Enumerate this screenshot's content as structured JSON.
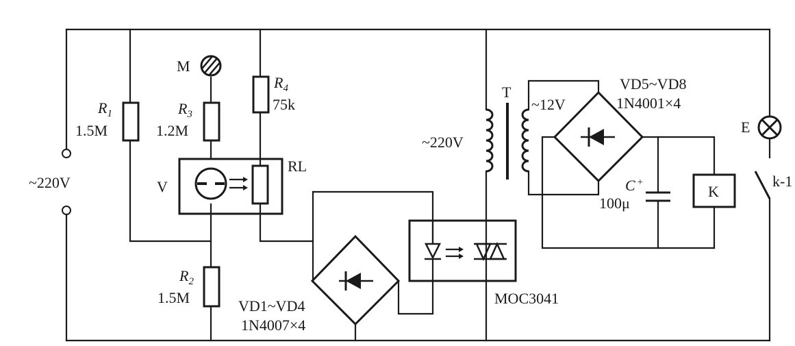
{
  "labels": {
    "mains_left": "~220V",
    "r1": "R",
    "r1_sub": "1",
    "r1_val": "1.5M",
    "m": "M",
    "r3": "R",
    "r3_sub": "3",
    "r3_val": "1.2M",
    "r4": "R",
    "r4_sub": "4",
    "r4_val": "75k",
    "rl": "RL",
    "v": "V",
    "r2": "R",
    "r2_sub": "2",
    "r2_val": "1.5M",
    "vd14": "VD1~VD4",
    "vd14_val": "1N4007×4",
    "moc": "MOC3041",
    "t": "T",
    "primary": "~220V",
    "secondary": "~12V",
    "vd58": "VD5~VD8",
    "vd58_val": "1N4001×4",
    "c": "C",
    "c_plus": "+",
    "c_val": "100μ",
    "k": "K",
    "e": "E",
    "k1": "k-1"
  }
}
